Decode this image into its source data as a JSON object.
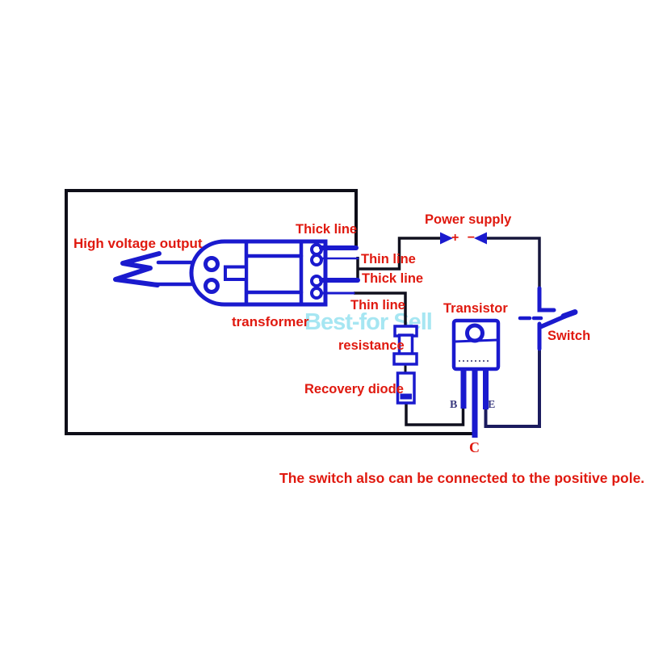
{
  "diagram": {
    "labels": {
      "high_voltage_output": "High voltage output",
      "thick_line_top": "Thick line",
      "thin_line_upper": "Thin line",
      "thick_line_mid": "Thick line",
      "thin_line_lower": "Thin line",
      "transformer": "transformer",
      "power_supply": "Power supply",
      "polarity": "+ −",
      "resistance": "resistance",
      "recovery_diode": "Recovery diode",
      "transistor": "Transistor",
      "switch": "Switch",
      "pin_b": "B",
      "pin_c": "C",
      "pin_e": "E"
    },
    "footer_note": "The switch also can be connected to the positive pole.",
    "watermark": "Best-for Sell",
    "colors": {
      "component_blue": "#1a1ace",
      "wire_black": "#10101e",
      "wire_navy": "#1b1b5e",
      "label_red": "#e0190f",
      "watermark_cyan": "#a6e6f2",
      "pin_label_navy": "#3b3b80",
      "background": "#ffffff"
    }
  }
}
